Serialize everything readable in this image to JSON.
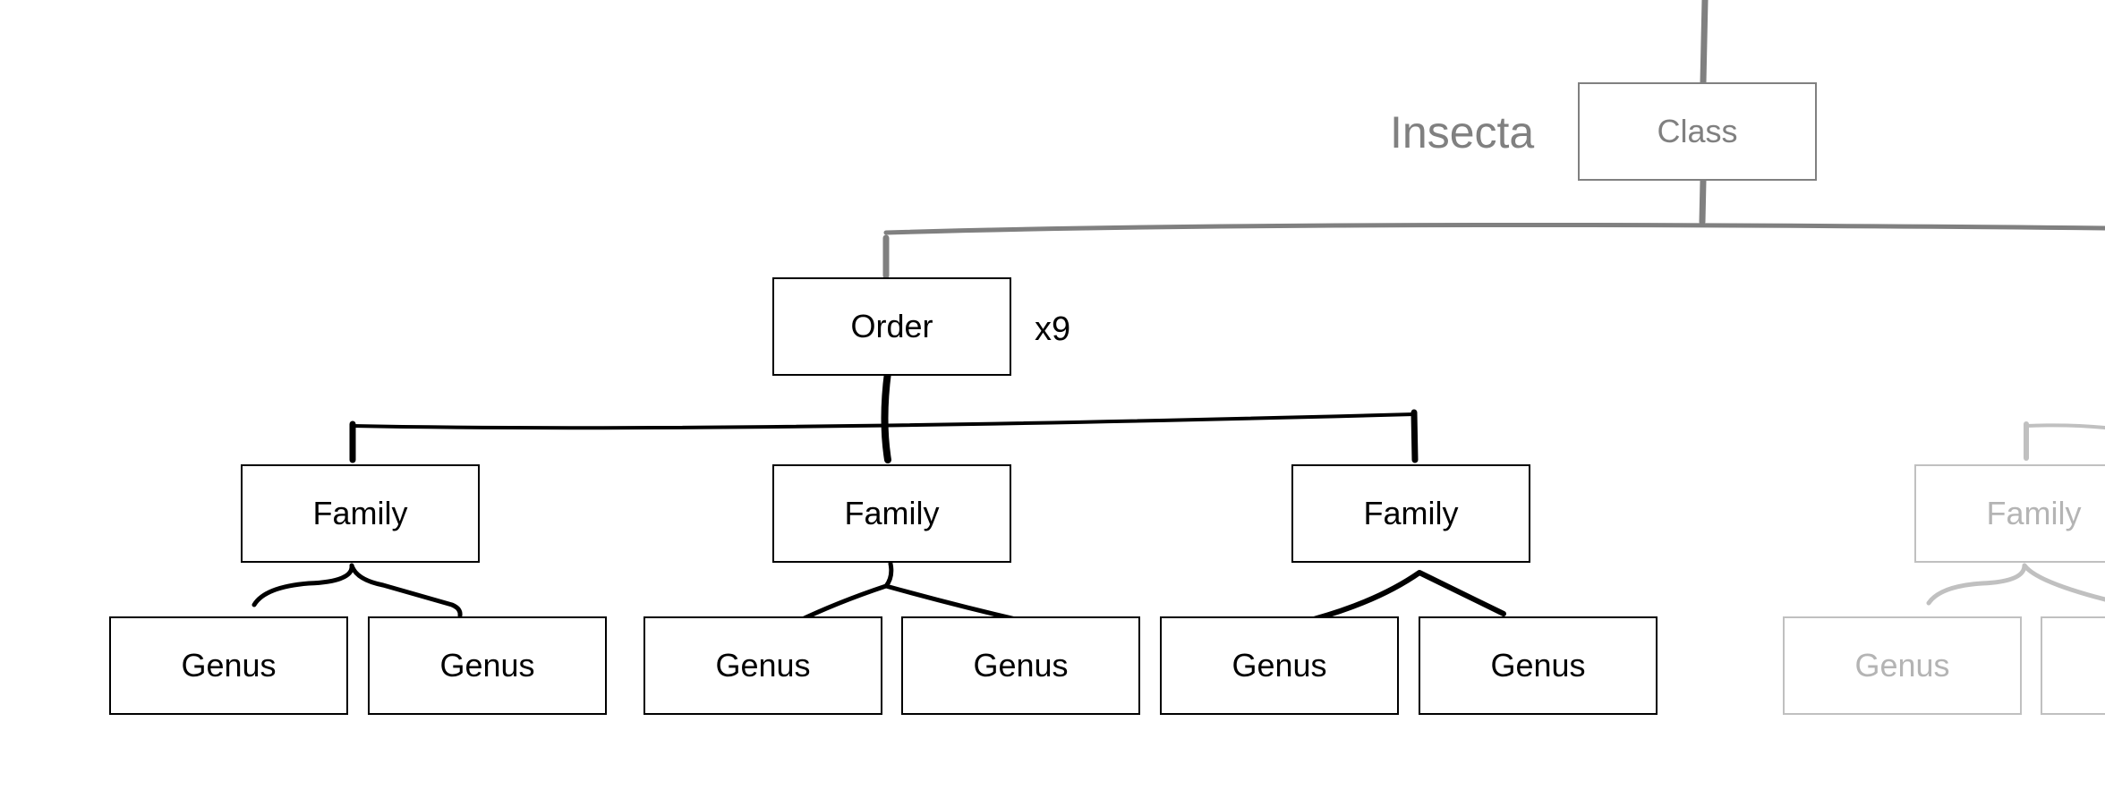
{
  "class_node": {
    "rank_label": "Class",
    "taxon_name": "Insecta"
  },
  "order_node": {
    "rank_label": "Order",
    "multiplier": "x9"
  },
  "family_nodes": [
    {
      "rank_label": "Family"
    },
    {
      "rank_label": "Family"
    },
    {
      "rank_label": "Family"
    },
    {
      "rank_label": "Family"
    }
  ],
  "genus_nodes": [
    {
      "rank_label": "Genus"
    },
    {
      "rank_label": "Genus"
    },
    {
      "rank_label": "Genus"
    },
    {
      "rank_label": "Genus"
    },
    {
      "rank_label": "Genus"
    },
    {
      "rank_label": "Genus"
    },
    {
      "rank_label": "Genus"
    }
  ],
  "colors": {
    "active": "#000000",
    "context": "#808080",
    "faded": "#c0c0c0"
  }
}
